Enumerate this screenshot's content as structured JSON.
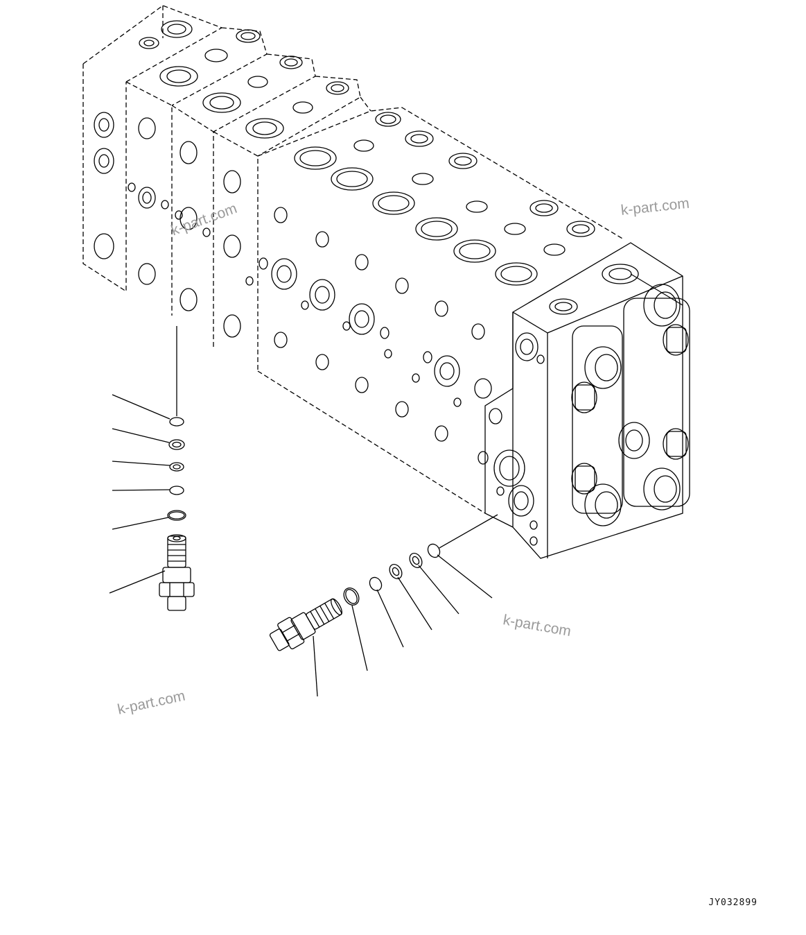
{
  "watermarks": [
    "k-part.com",
    "k-part.com",
    "k-part.com",
    "k-part.com"
  ],
  "drawing_id": "JY032899",
  "parts": {
    "main_body": "control-valve-body",
    "left_group": [
      "o-ring",
      "backup-ring",
      "backup-ring",
      "o-ring",
      "o-ring",
      "valve-plug"
    ],
    "right_group": [
      "o-ring",
      "backup-ring",
      "backup-ring",
      "o-ring",
      "o-ring",
      "valve-plug"
    ]
  },
  "colors": {
    "line": "#000000",
    "watermark": "#9a9a9a",
    "background": "#ffffff"
  }
}
